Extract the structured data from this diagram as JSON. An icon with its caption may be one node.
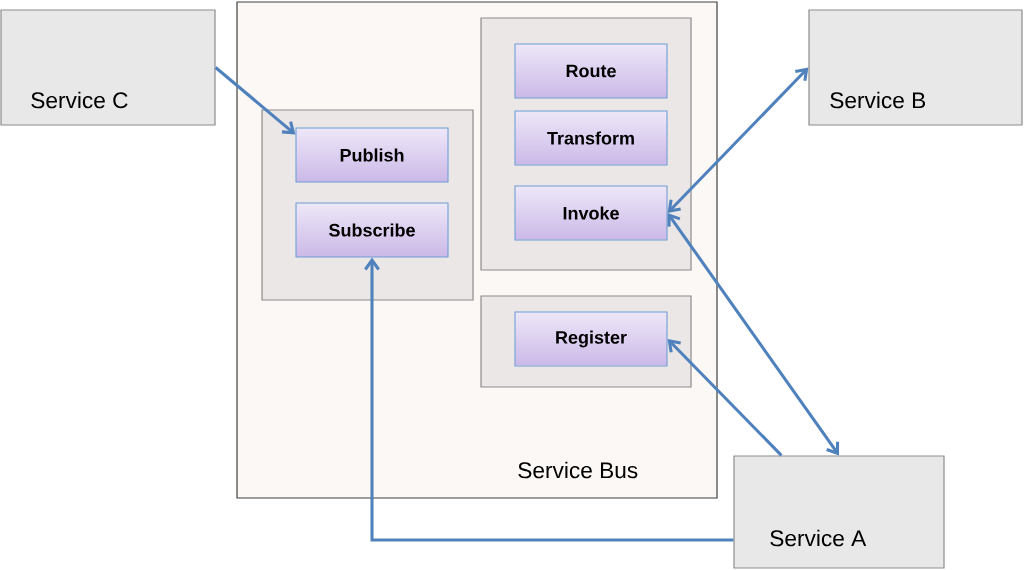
{
  "diagram": {
    "nodes": [
      {
        "text": [
          "Service C"
        ]
      },
      {
        "text": [
          "Service Bus"
        ]
      },
      {
        "text": [],
        "shape": "box",
        "in": 1
      },
      {
        "text": [
          "Publish"
        ],
        "in": 2
      },
      {
        "text": [
          "Subscribe"
        ],
        "in": 2
      },
      {
        "text": [],
        "shape": "box",
        "in": 1
      },
      {
        "text": [
          "Route"
        ],
        "in": 5
      },
      {
        "text": [
          "Transform"
        ],
        "in": 5
      },
      {
        "text": [
          "Invoke"
        ],
        "in": 5
      },
      {
        "text": [],
        "shape": "box",
        "in": 1
      },
      {
        "text": [
          "Register"
        ],
        "in": 9
      },
      {
        "text": [
          "Service B"
        ]
      },
      {
        "text": [
          "Service A"
        ]
      }
    ],
    "edges": [
      {
        "from": 0,
        "to": 3,
        "arrow": "to"
      },
      {
        "from": 8,
        "to": 11,
        "arrow": "both"
      },
      {
        "from": 12,
        "to": 8,
        "arrow": "both"
      },
      {
        "from": 12,
        "to": 10,
        "arrow": "to"
      },
      {
        "from": 12,
        "to": 4,
        "arrow": "to"
      }
    ]
  }
}
